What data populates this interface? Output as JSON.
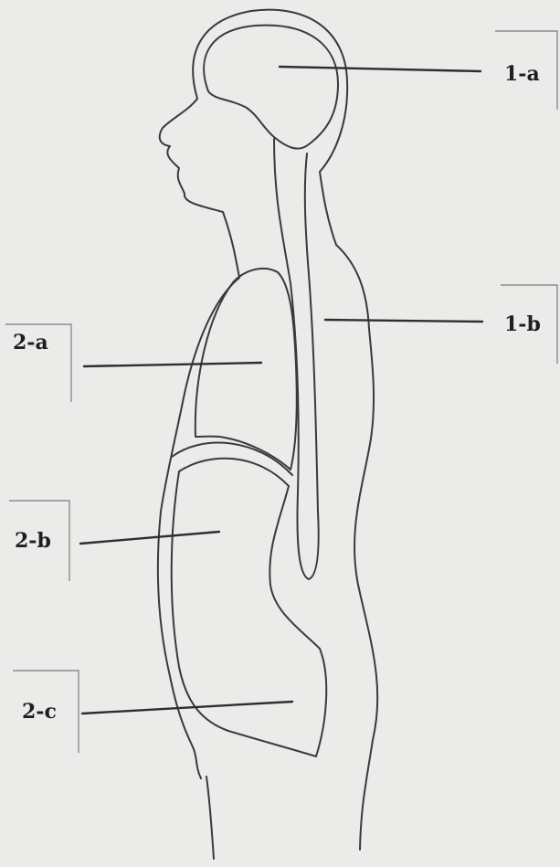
{
  "labels": {
    "brain": "1-a",
    "spinal_cord": "1-b",
    "thoracic_cavity": "2-a",
    "abdominal_cavity": "2-b",
    "pelvic_cavity": "2-c"
  },
  "colors": {
    "background": "#ebebea",
    "ink": "#3a3a3a"
  }
}
